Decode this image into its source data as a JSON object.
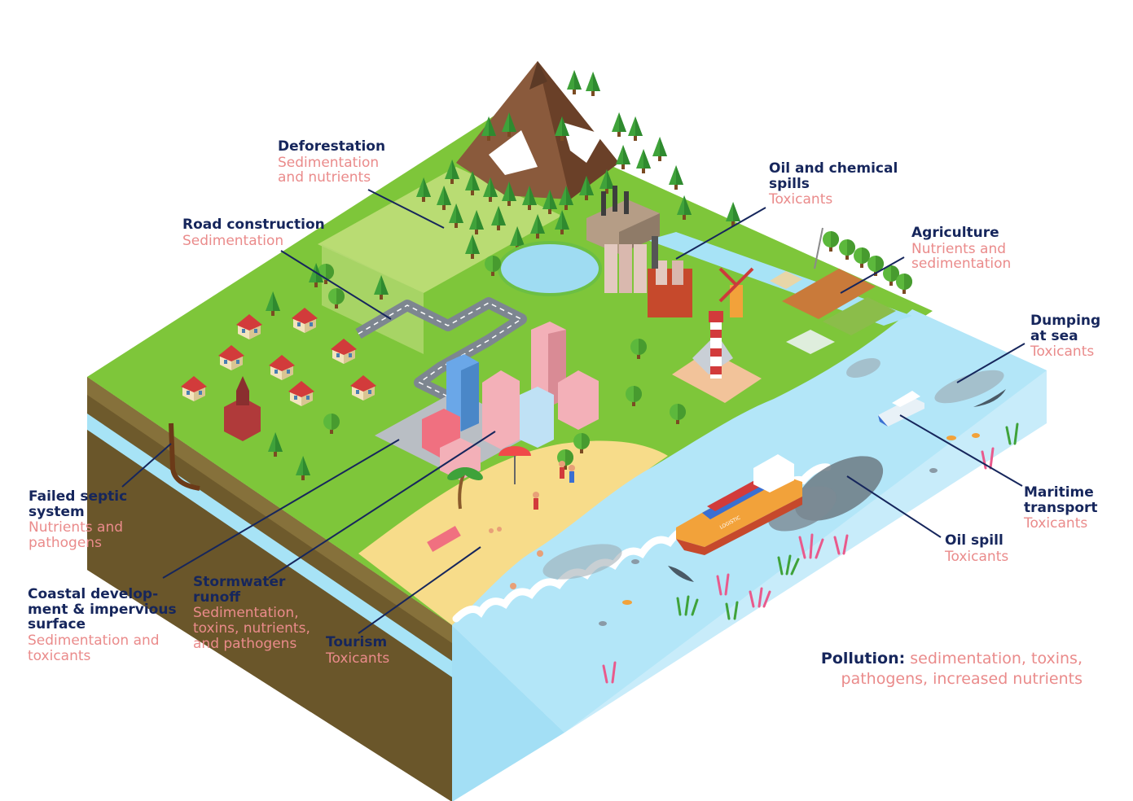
{
  "labels": {
    "deforestation": {
      "title": "Deforestation",
      "sub": "Sedimentation\nand nutrients"
    },
    "road_construction": {
      "title": "Road construction",
      "sub": "Sedimentation"
    },
    "oil_chemical_spills": {
      "title": "Oil and chemical\nspills",
      "sub": "Toxicants"
    },
    "agriculture": {
      "title": "Agriculture",
      "sub": "Nutrients and\nsedimentation"
    },
    "dumping_at_sea": {
      "title": "Dumping\nat sea",
      "sub": "Toxicants"
    },
    "maritime_transport": {
      "title": "Maritime\ntransport",
      "sub": "Toxicants"
    },
    "oil_spill": {
      "title": "Oil spill",
      "sub": "Toxicants"
    },
    "failed_septic": {
      "title": "Failed septic\nsystem",
      "sub": "Nutrients and\npathogens"
    },
    "coastal_development": {
      "title": "Coastal develop-\nment & impervious\nsurface",
      "sub": "Sedimentation and\ntoxicants"
    },
    "stormwater_runoff": {
      "title": "Stormwater\nrunoff",
      "sub": "Sedimentation,\ntoxins, nutrients,\nand pathogens"
    },
    "tourism": {
      "title": "Tourism",
      "sub": "Toxicants"
    }
  },
  "legend": {
    "title": "Pollution:",
    "text": "sedimentation, toxins,\npathogens, increased nutrients"
  },
  "ship_name": "LOGISTIC",
  "colors": {
    "title": "#16265c",
    "subtitle": "#ea8b8b",
    "grass": "#7ec63a",
    "grass_light": "#b9dc73",
    "soil": "#6e5a2c",
    "water_layer": "#a7e3f6",
    "sea": "#b3e6f8",
    "sand": "#f7dc8a",
    "leader": "#16265c"
  },
  "icons": [
    "mountain-icon",
    "tree-icon",
    "house-icon",
    "church-icon",
    "skyscraper-icon",
    "factory-icon",
    "lighthouse-icon",
    "windmill-icon",
    "farm-icon",
    "cargo-ship-icon",
    "cruise-ship-icon",
    "shark-icon",
    "fish-icon",
    "coral-icon",
    "umbrella-icon",
    "palm-tree-icon",
    "swimmer-icon",
    "pond-icon",
    "road-icon",
    "septic-pipe-icon"
  ]
}
